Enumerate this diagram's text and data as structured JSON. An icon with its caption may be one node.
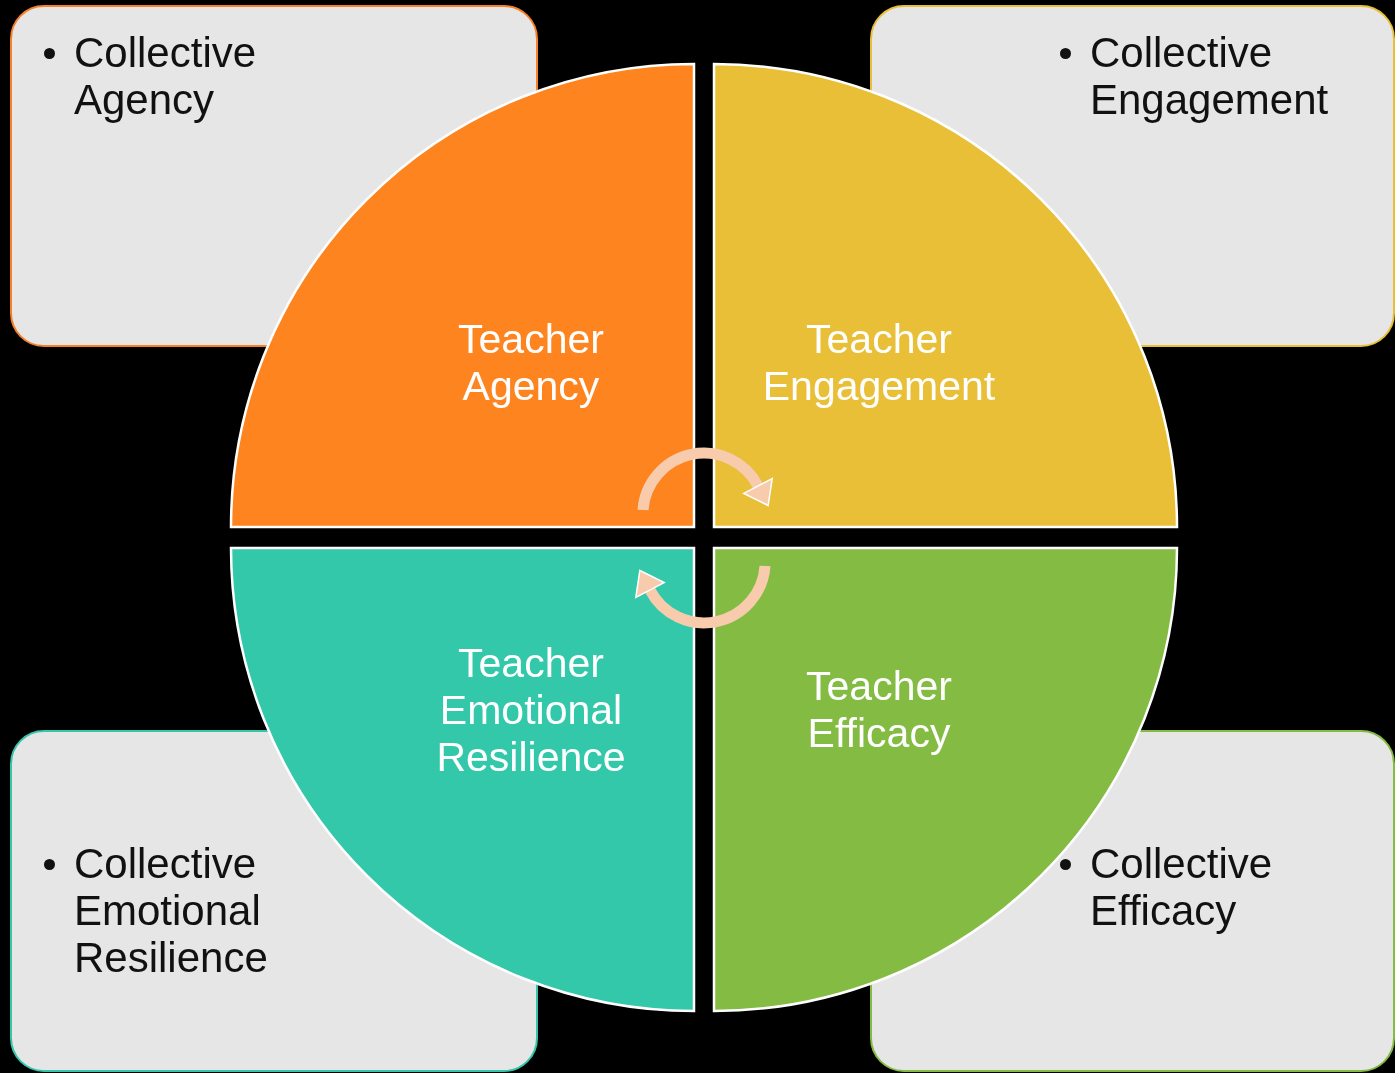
{
  "diagram": {
    "nodes": [
      {
        "text": [
          "Collective Agency"
        ]
      },
      {
        "text": [
          "Collective Engagement"
        ]
      },
      {
        "text": [
          "Teacher Agency"
        ]
      },
      {
        "text": [
          "Teacher Engagement"
        ]
      },
      {
        "text": [
          "Teacher Emotional Resilience"
        ]
      },
      {
        "text": [
          "Teacher Efficacy"
        ]
      },
      {
        "text": [
          "Collective Emotional Resilience"
        ]
      },
      {
        "text": [
          "Collective Efficacy"
        ]
      }
    ],
    "edges": [
      {
        "from": 2,
        "to": 3,
        "arrow": "to"
      },
      {
        "from": 5,
        "to": 4,
        "arrow": "to"
      }
    ]
  }
}
